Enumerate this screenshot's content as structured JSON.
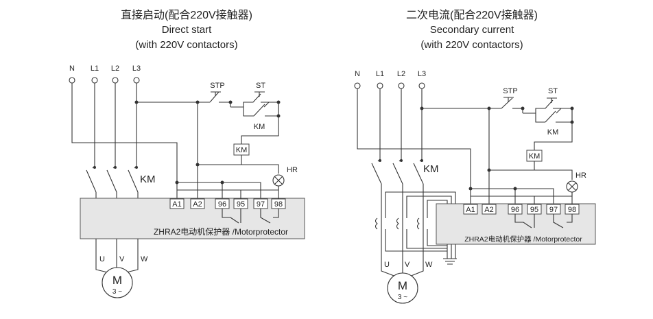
{
  "left": {
    "title_cn": "直接启动(配合220V接触器)",
    "title_en1": "Direct start",
    "title_en2": "(with 220V contactors)",
    "phases": [
      "N",
      "L1",
      "L2",
      "L3"
    ],
    "km_main": "KM",
    "stp": "STP",
    "st": "ST",
    "km_aux": "KM",
    "km_coil": "KM",
    "hr": "HR",
    "terminals": [
      "A1",
      "A2",
      "96",
      "95",
      "97",
      "98"
    ],
    "device_label": "ZHRA2电动机保护器 /Motorprotector",
    "uvw": [
      "U",
      "V",
      "W"
    ],
    "motor_m": "M",
    "motor_phase": "3 ~"
  },
  "right": {
    "title_cn": "二次电流(配合220V接触器)",
    "title_en1": "Secondary current",
    "title_en2": "(with 220V contactors)",
    "phases": [
      "N",
      "L1",
      "L2",
      "L3"
    ],
    "km_main": "KM",
    "stp": "STP",
    "st": "ST",
    "km_aux": "KM",
    "km_coil": "KM",
    "hr": "HR",
    "terminals": [
      "A1",
      "A2",
      "96",
      "95",
      "97",
      "98"
    ],
    "device_label": "ZHRA2电动机保护器 /Motorprotector",
    "uvw": [
      "U",
      "V",
      "W"
    ],
    "motor_m": "M",
    "motor_phase": "3 ~"
  }
}
